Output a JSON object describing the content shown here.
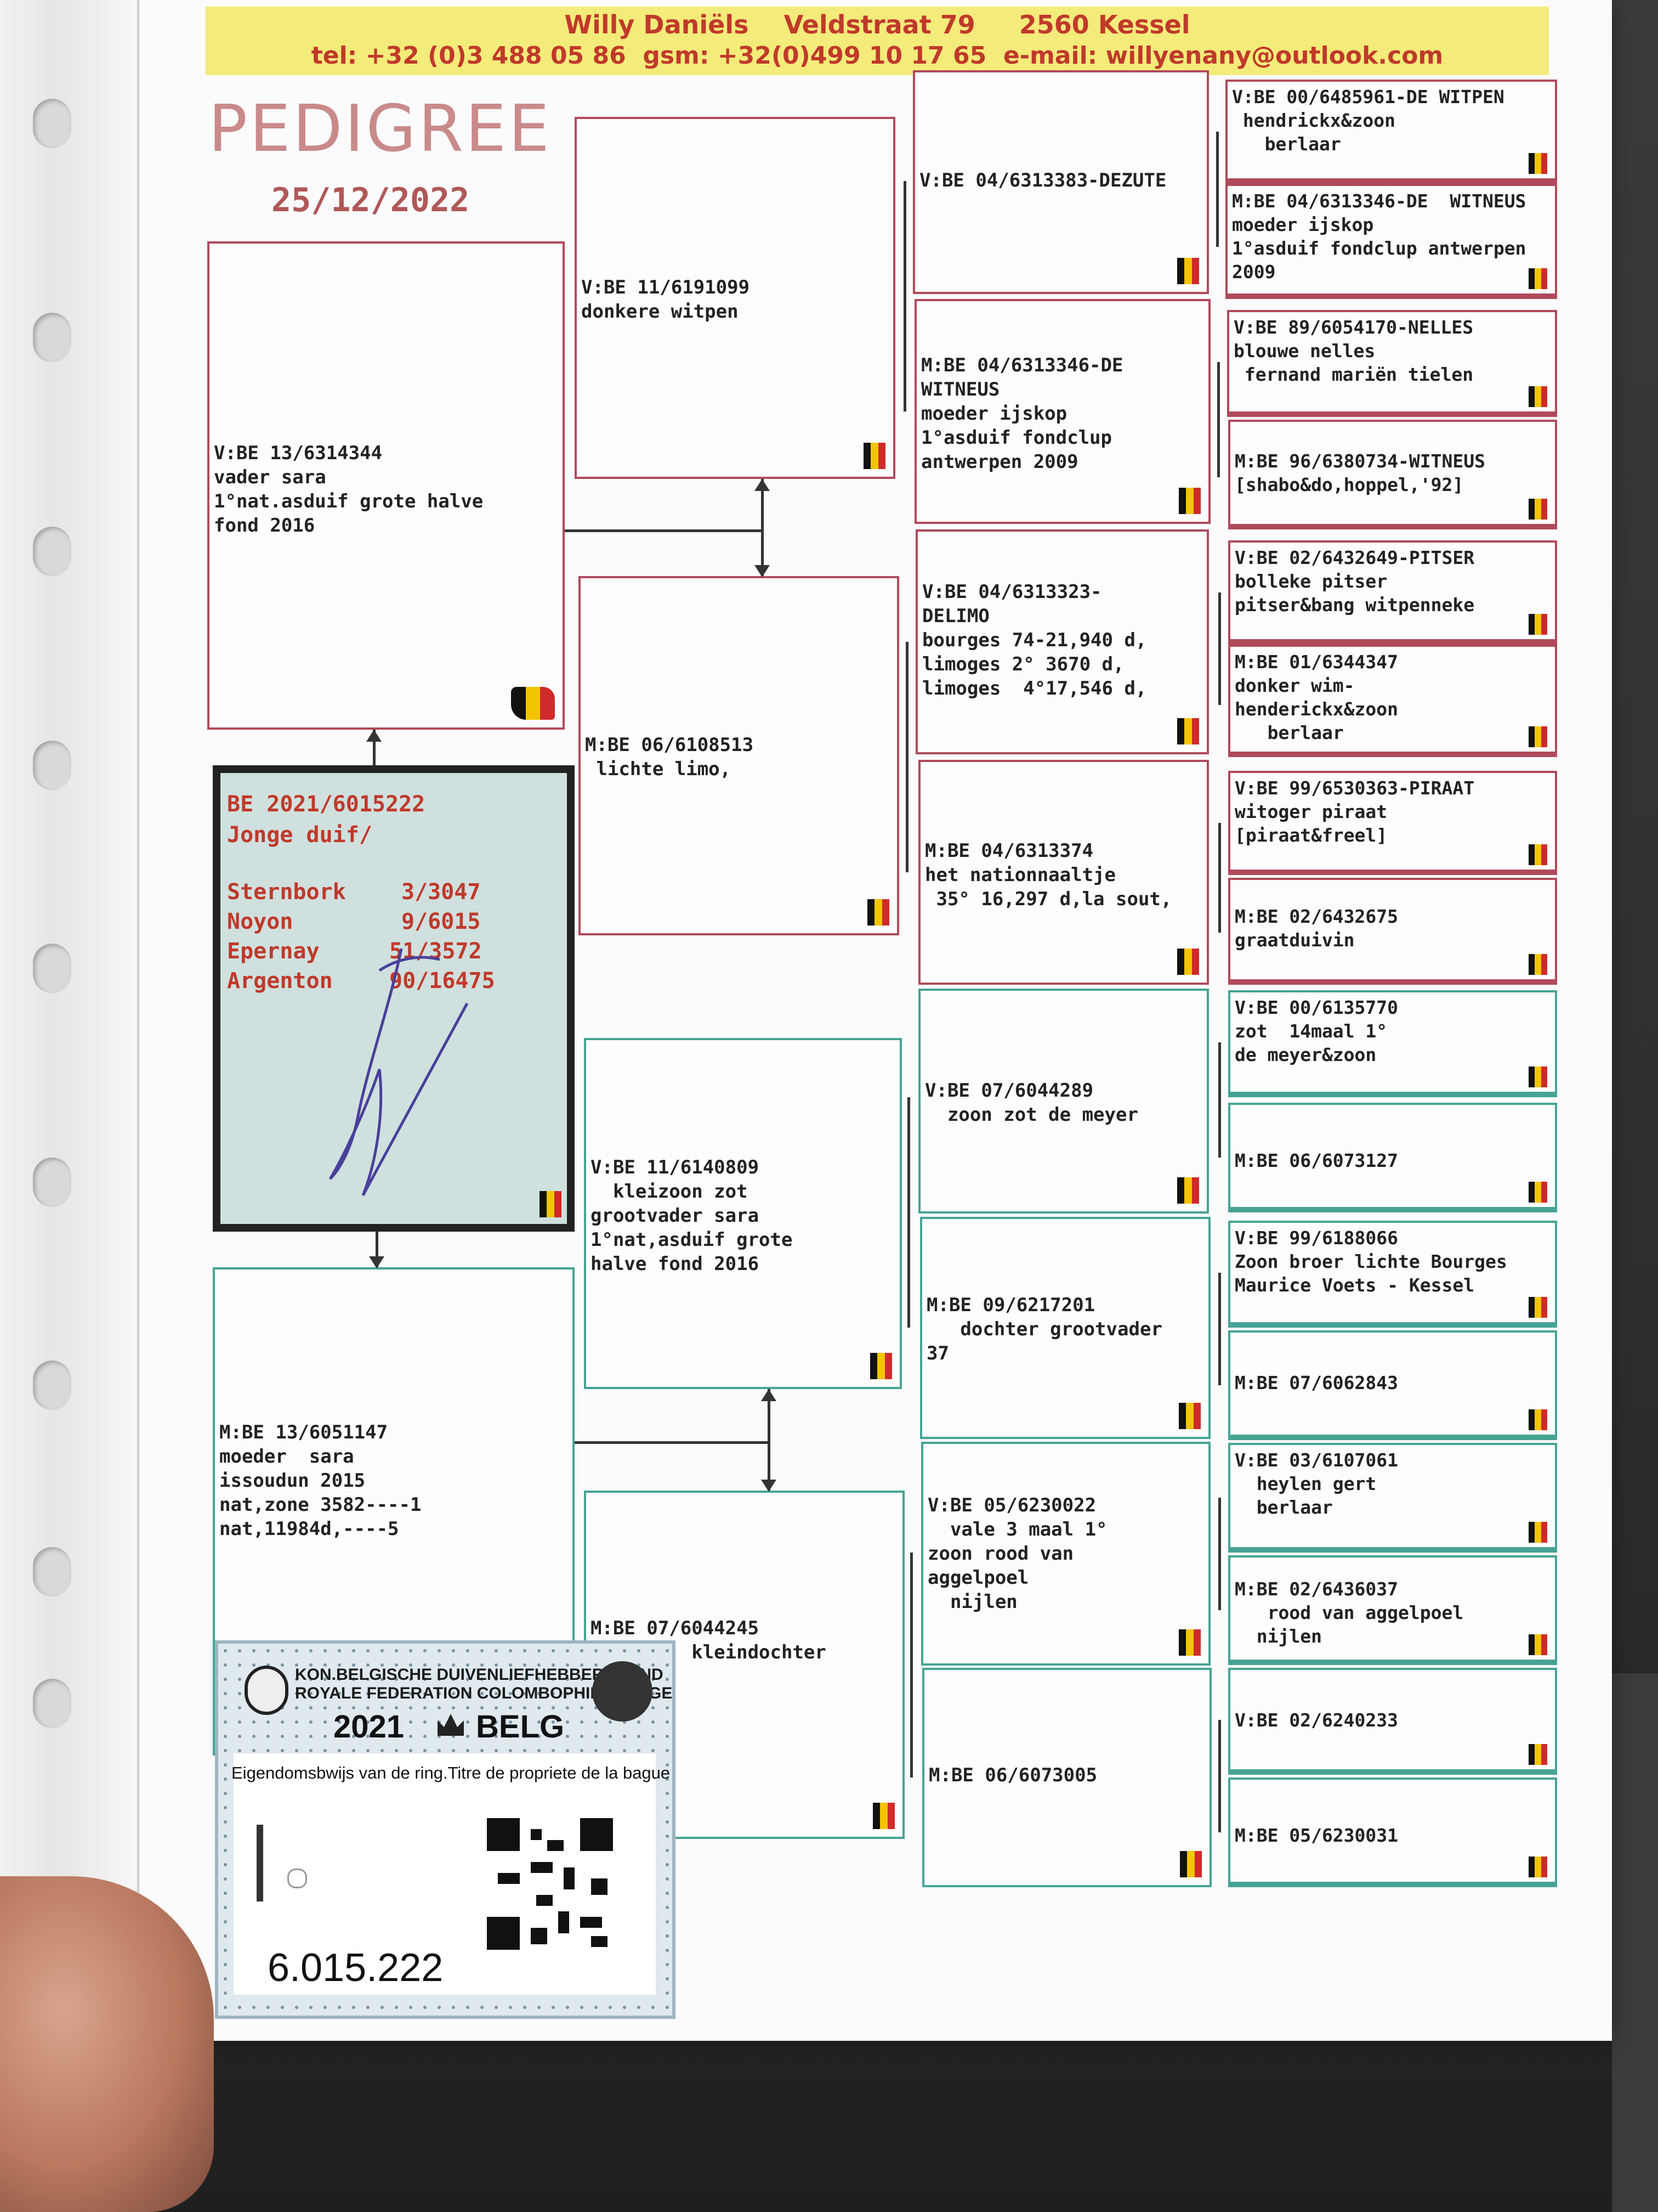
{
  "header": {
    "line1": "Willy Daniëls    Veldstraat 79     2560 Kessel",
    "line2": "tel: +32 (0)3 488 05 86  gsm: +32(0)499 10 17 65  e-mail: willyenany@outlook.com"
  },
  "title": "PEDIGREE",
  "date": "25/12/2022",
  "bird": {
    "ring": "BE 2021/6015222",
    "desc": "Jonge duif/",
    "results": [
      {
        "race": "Sternbork",
        "result": "3/3047"
      },
      {
        "race": "Noyon",
        "result": "9/6015"
      },
      {
        "race": "Epernay",
        "result": "51/3572"
      },
      {
        "race": "Argenton",
        "result": "90/16475"
      }
    ]
  },
  "gen1": {
    "father": "V:BE 13/6314344\nvader sara\n1°nat.asduif grote halve\nfond 2016",
    "mother": "M:BE 13/6051147\nmoeder  sara\nissoudun 2015\nnat,zone 3582----1\nnat,11984d,----5"
  },
  "gen2": [
    "V:BE 11/6191099\ndonkere witpen",
    "M:BE 06/6108513\n lichte limo,",
    "V:BE 11/6140809\n  kleizoon zot\ngrootvader sara\n1°nat,asduif grote\nhalve fond 2016",
    "M:BE 07/6044245\n         kleindochter"
  ],
  "gen3": [
    "V:BE 04/6313383-DEZUTE",
    "M:BE 04/6313346-DE\nWITNEUS\nmoeder ijskop\n1°asduif fondclup\nantwerpen 2009",
    "V:BE 04/6313323-\nDELIMO\nbourges 74-21,940 d,\nlimoges 2° 3670 d,\nlimoges  4°17,546 d,",
    "M:BE 04/6313374\nhet nationnaaltje\n 35° 16,297 d,la sout,",
    "V:BE 07/6044289\n  zoon zot de meyer",
    "M:BE 09/6217201\n   dochter grootvader\n37",
    "V:BE 05/6230022\n  vale 3 maal 1°\nzoon rood van\naggelpoel\n  nijlen",
    "M:BE 06/6073005"
  ],
  "gen4": [
    "V:BE 00/6485961-DE WITPEN\n hendrickx&zoon\n   berlaar",
    "M:BE 04/6313346-DE  WITNEUS\nmoeder ijskop\n1°asduif fondclup antwerpen\n2009",
    "V:BE 89/6054170-NELLES\nblouwe nelles\n fernand mariën tielen",
    "M:BE 96/6380734-WITNEUS\n[shabo&do,hoppel,'92]",
    "V:BE 02/6432649-PITSER\nbolleke pitser\npitser&bang witpenneke",
    "M:BE 01/6344347\ndonker wim-\nhenderickx&zoon\n   berlaar",
    "V:BE 99/6530363-PIRAAT\nwitoger piraat\n[piraat&freel]",
    "M:BE 02/6432675\ngraatduivin",
    "V:BE 00/6135770\nzot  14maal 1°\nde meyer&zoon",
    "M:BE 06/6073127",
    "V:BE 99/6188066\nZoon broer lichte Bourges\nMaurice Voets - Kessel",
    "M:BE 07/6062843",
    "V:BE 03/6107061\n  heylen gert\n  berlaar",
    "M:BE 02/6436037\n   rood van aggelpoel\n  nijlen",
    "V:BE 02/6240233",
    "M:BE 05/6230031"
  ],
  "certificate": {
    "org_nl": "KON.BELGISCHE DUIVENLIEFHEBBERSBOND",
    "org_fr": "ROYALE FEDERATION COLOMBOPHILE BELGE",
    "year": "2021",
    "country": "BELG",
    "caption": "Eigendomsbwijs van de ring.Titre de propriete de la bague",
    "number": "6.015.222"
  },
  "colors": {
    "header_bg": "#f3eb7a",
    "header_text": "#c0392b",
    "sire_line": "#b04a5a",
    "dam_line": "#46a394",
    "main_card_bg": "#cfe0de"
  },
  "icons": [
    "belgian-flag-icon",
    "pen-signature",
    "rfcb-logo-icon",
    "crown-icon",
    "qr-code"
  ]
}
